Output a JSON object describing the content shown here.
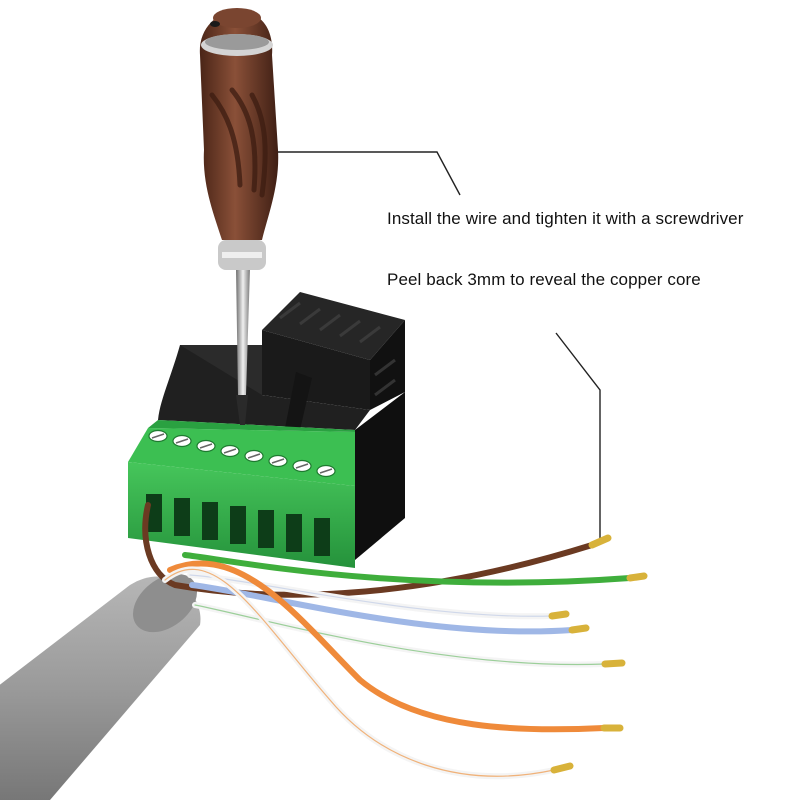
{
  "annotations": {
    "install": "Install the wire and tighten it with a screwdriver",
    "peel": "Peel back 3mm to reveal the copper core"
  },
  "colors": {
    "background": "#ffffff",
    "terminal_block": "#2fb548",
    "housing": "#1c1c1c",
    "handle": "#6e3f2c",
    "cable_jacket": "#9a9a9a",
    "leader_line": "#222222",
    "wire_brown": "#6b3a22",
    "wire_green": "#3fae3c",
    "wire_blue": "#9fb7e6",
    "wire_orange": "#ef8a3a",
    "wire_white": "#f4f4f4",
    "copper_tip": "#d8b23a"
  },
  "icons": [
    "screwdriver-icon",
    "rj45-adapter-icon",
    "terminal-block-icon",
    "cable-icon"
  ],
  "terminal_count": 8
}
